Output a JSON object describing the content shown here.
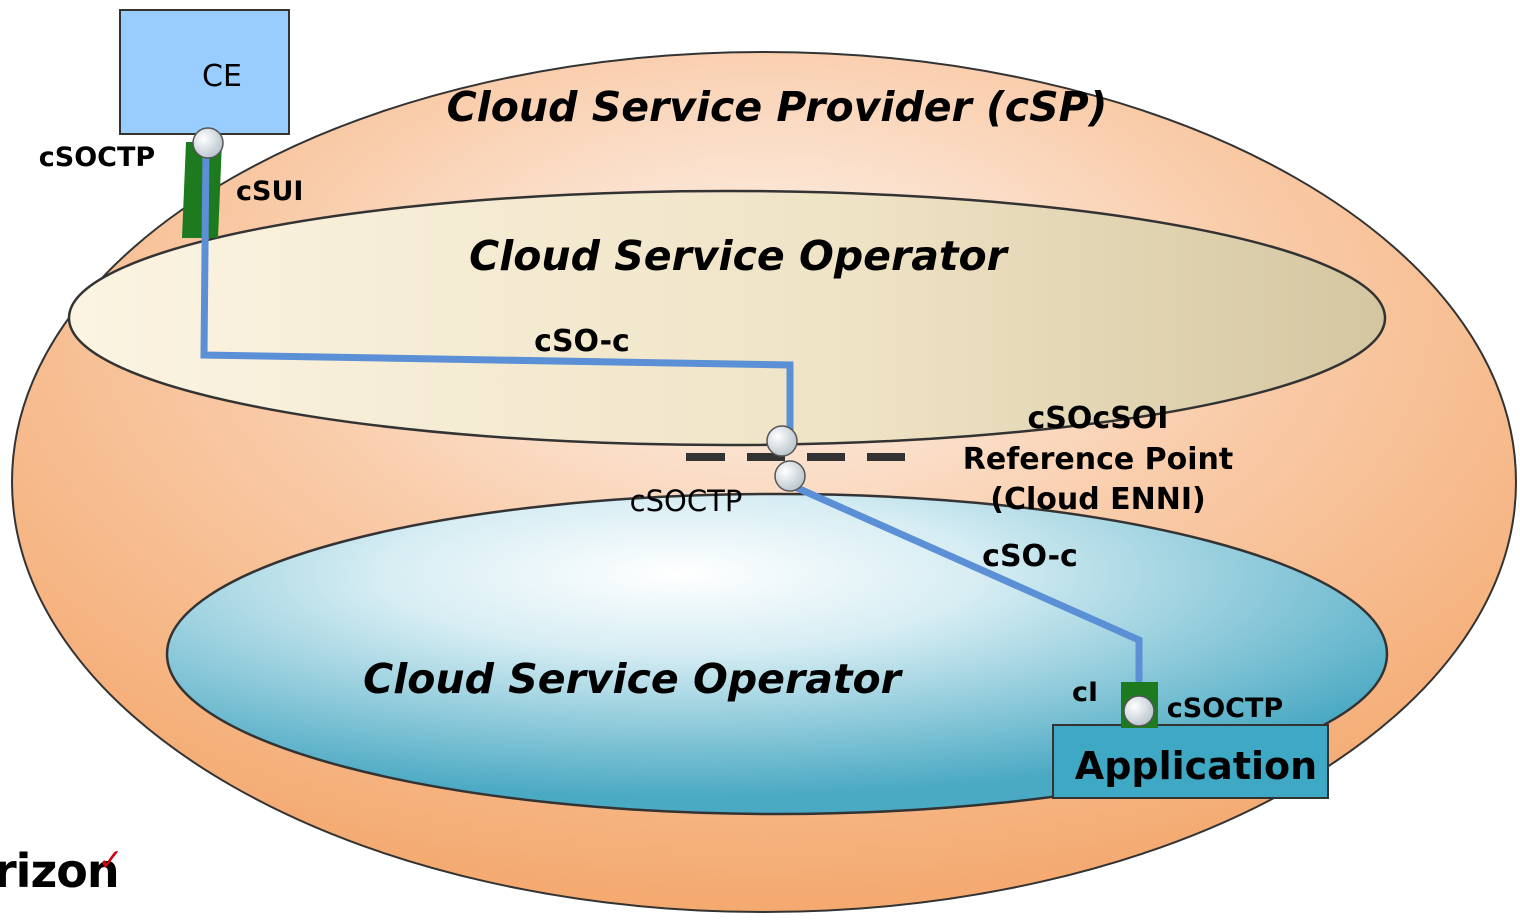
{
  "labels": {
    "ce": "CE",
    "csp_title": "Cloud Service Provider (cSP)",
    "operator_top": "Cloud Service Operator",
    "operator_bottom": "Cloud Service Operator",
    "csoctp_top_left": "cSOCTP",
    "csui": "cSUI",
    "cso_c_top": "cSO-c",
    "cso_c_bottom": "cSO-c",
    "ref_line1": "cSOcSOI",
    "ref_line2": "Reference Point",
    "ref_line3": "(Cloud ENNI)",
    "csoctp_center": "cSOCTP",
    "ci": "cI",
    "csoctp_app": "cSOCTP",
    "application": "Application",
    "logo": "rizon",
    "logo_mark": "✓"
  },
  "colors": {
    "csp_outer": "#f4a46c",
    "operator_top_fill": "#f1e2c4",
    "operator_bottom_fill": "#5bb4cc",
    "ce_box": "#99ccff",
    "application_box": "#3fa8c4",
    "link_line": "#5b8fd6",
    "interface_green": "#1e7a1e",
    "logo_check": "#cd040b"
  }
}
